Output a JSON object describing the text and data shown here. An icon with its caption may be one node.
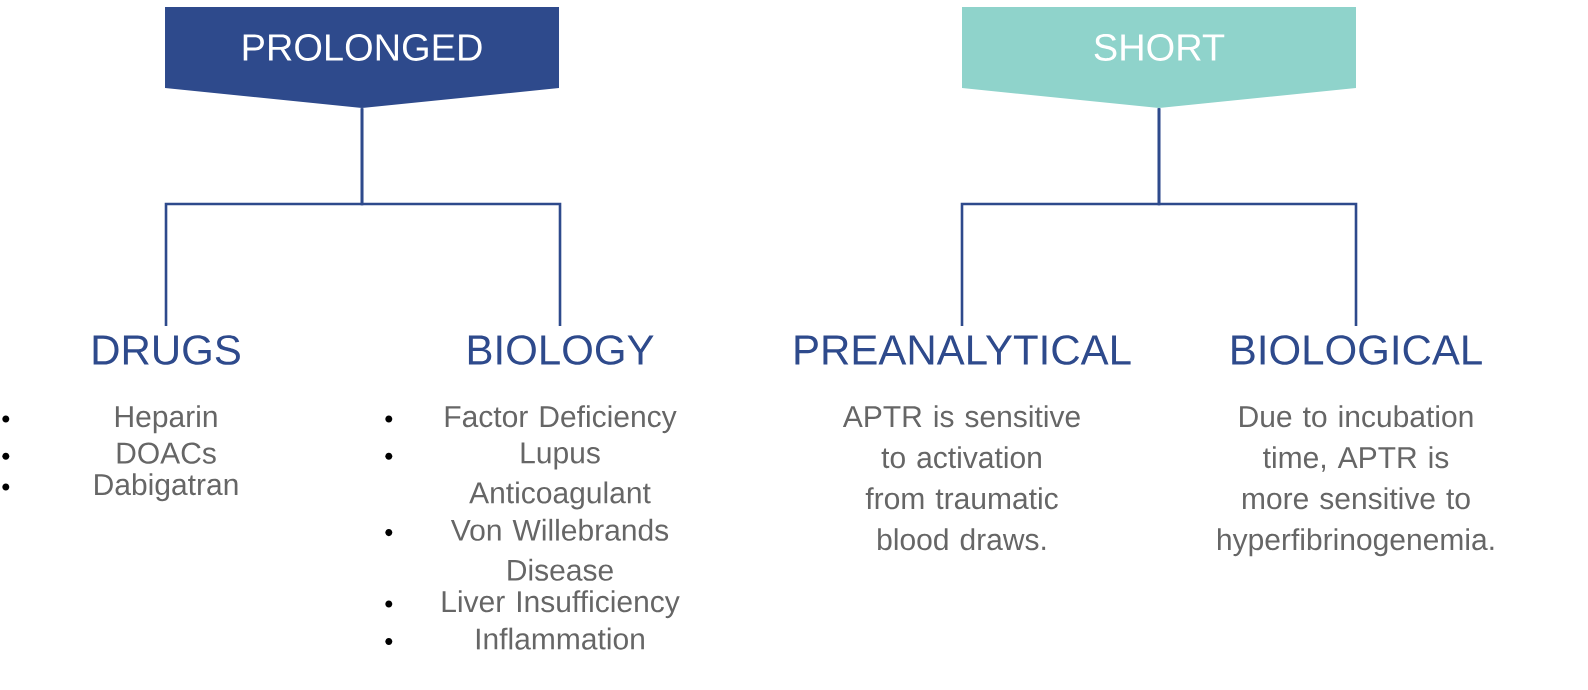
{
  "diagram": {
    "nodes": [
      {
        "text": [
          "PROLONGED"
        ]
      },
      {
        "text": [
          "SHORT"
        ]
      },
      {
        "text": [
          "DRUGS",
          "Heparin",
          "DOACs",
          "Dabigatran"
        ]
      },
      {
        "text": [
          "BIOLOGY",
          "Factor Deficiency",
          "Lupus Anticoagulant",
          "Von Willebrands Disease",
          "Liver Insufficiency",
          "Inflammation"
        ]
      },
      {
        "text": [
          "PREANALYTICAL",
          "APTR is sensitive to activation from traumatic blood draws."
        ]
      },
      {
        "text": [
          "BIOLOGICAL",
          "Due to incubation time, APTR is more sensitive to hyperfibrinogenemia."
        ]
      }
    ],
    "edges": [
      {
        "from": 0,
        "to": 2,
        "arrow": "none"
      },
      {
        "from": 0,
        "to": 3,
        "arrow": "none"
      },
      {
        "from": 1,
        "to": 4,
        "arrow": "none"
      },
      {
        "from": 1,
        "to": 5,
        "arrow": "none"
      }
    ]
  }
}
